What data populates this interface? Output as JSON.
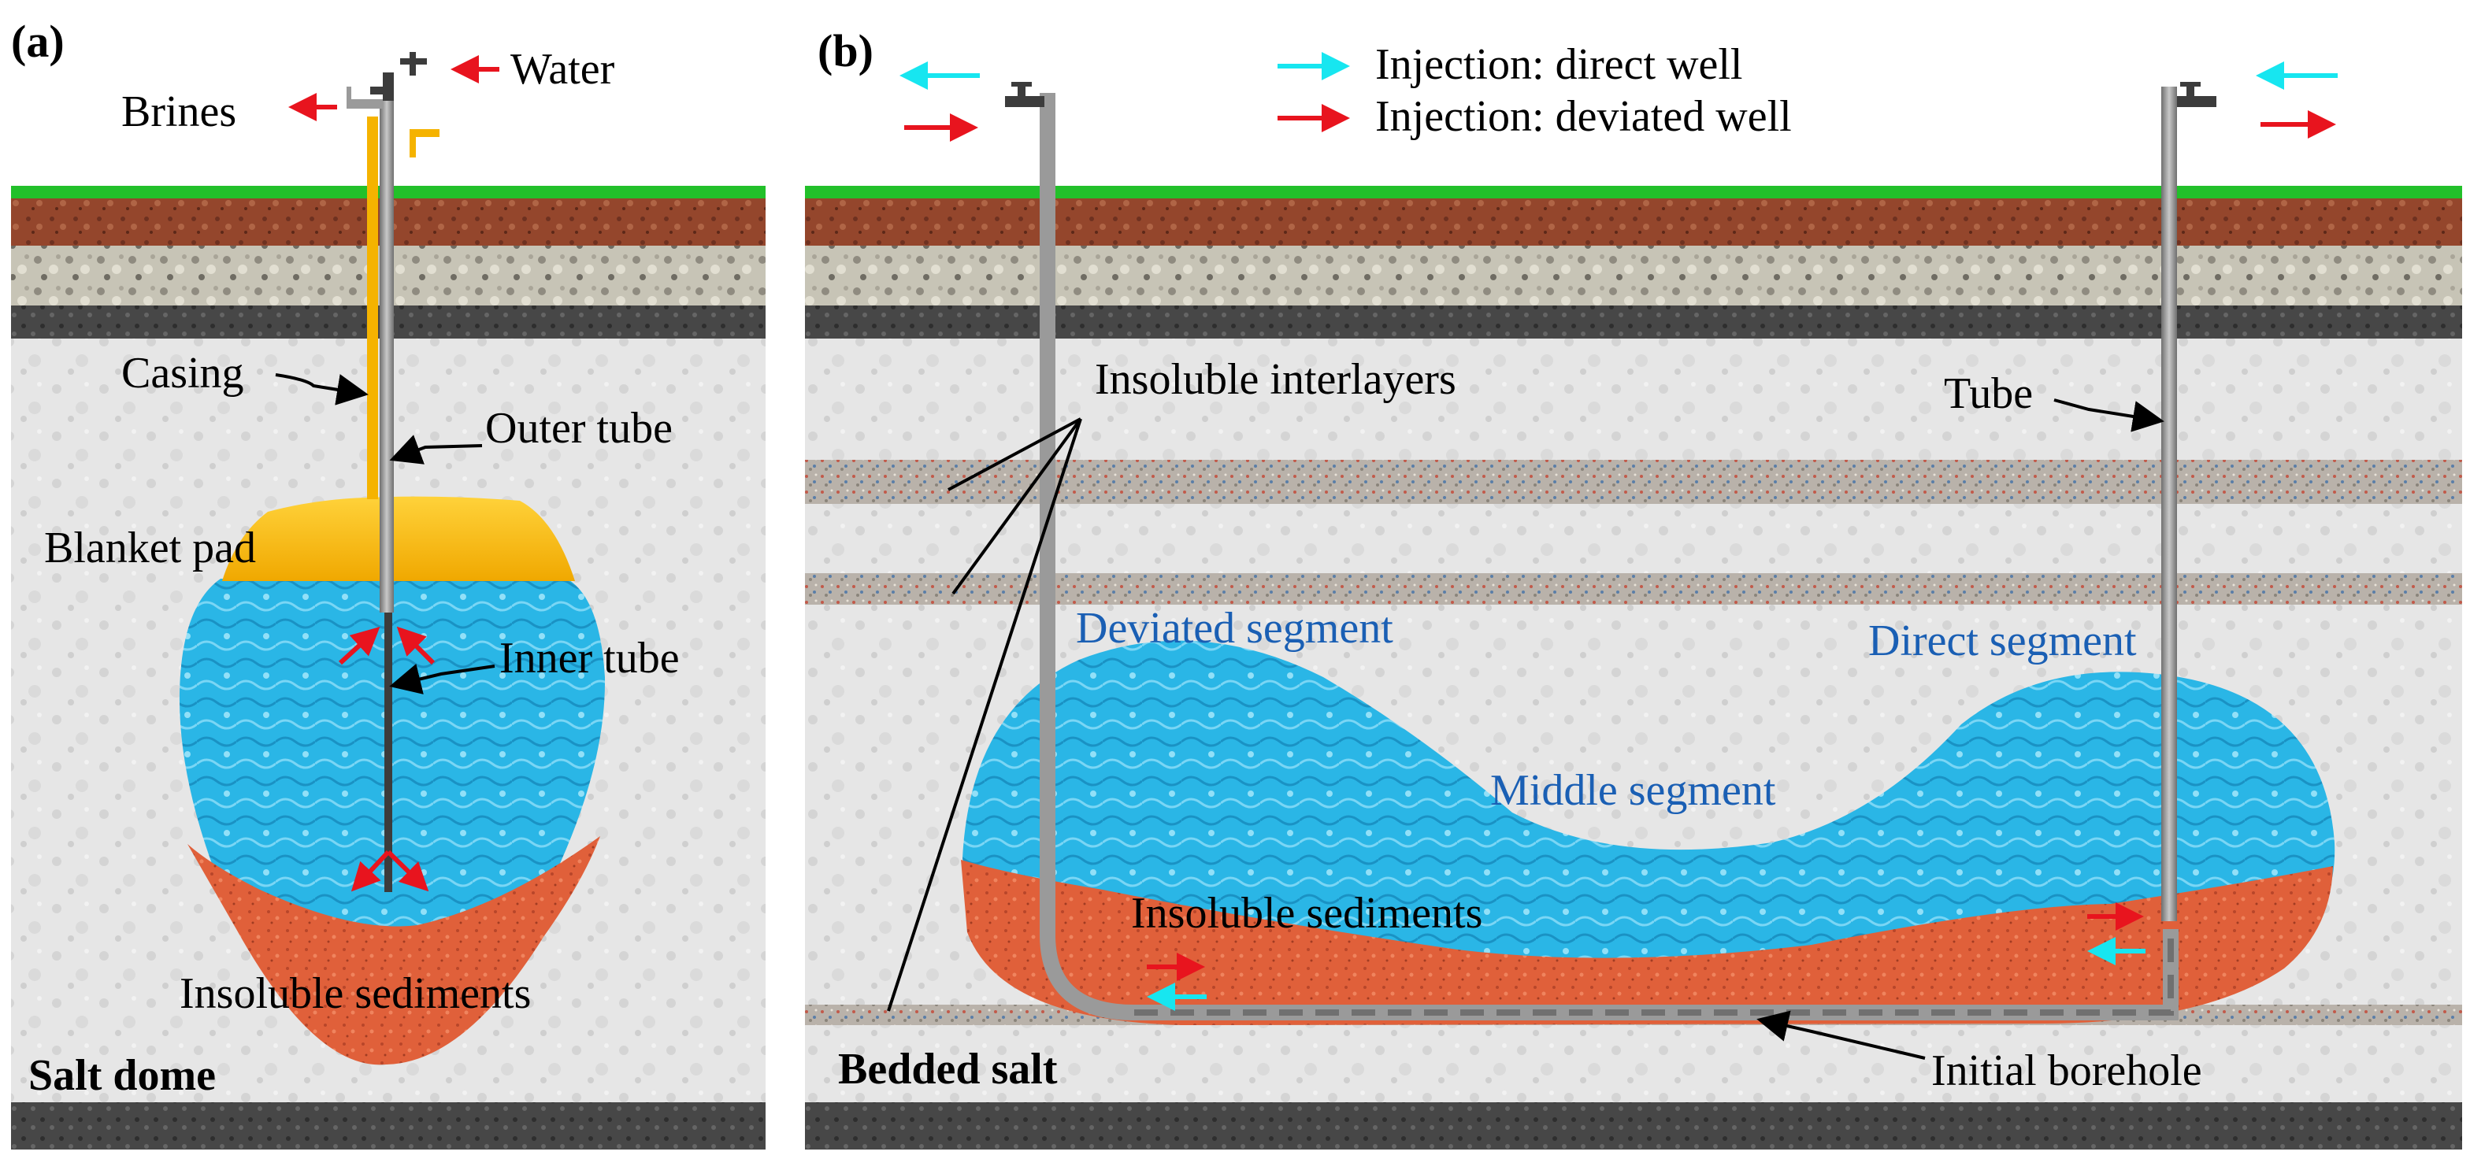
{
  "panel_a": {
    "label": "(a)",
    "bottom_title": "Salt dome",
    "labels": {
      "water": "Water",
      "brines": "Brines",
      "casing": "Casing",
      "outer_tube": "Outer tube",
      "blanket_pad": "Blanket pad",
      "inner_tube": "Inner tube",
      "insoluble_sediments": "Insoluble sediments"
    }
  },
  "panel_b": {
    "label": "(b)",
    "bottom_title": "Bedded salt",
    "legend": {
      "direct": "Injection: direct well",
      "deviated": "Injection: deviated well"
    },
    "labels": {
      "insoluble_interlayers": "Insoluble interlayers",
      "tube": "Tube",
      "deviated_segment": "Deviated segment",
      "direct_segment": "Direct segment",
      "middle_segment": "Middle segment",
      "insoluble_sediments": "Insoluble sediments",
      "initial_borehole": "Initial borehole"
    }
  },
  "colors": {
    "grass": "#22c02a",
    "topsoil": "#9a4a2e",
    "gravel": "#c9c6b8",
    "dark_band": "#4a4a4a",
    "salt": "#e8e8e8",
    "interlayer": "#b9b2aa",
    "brine": "#2bb8e8",
    "sediment": "#e2623a",
    "blanket": "#f5b300",
    "tube": "#9a9a9a",
    "arrow_red": "#e8141e",
    "arrow_cyan": "#17e6f0",
    "segment_label": "#1a5fb4"
  }
}
